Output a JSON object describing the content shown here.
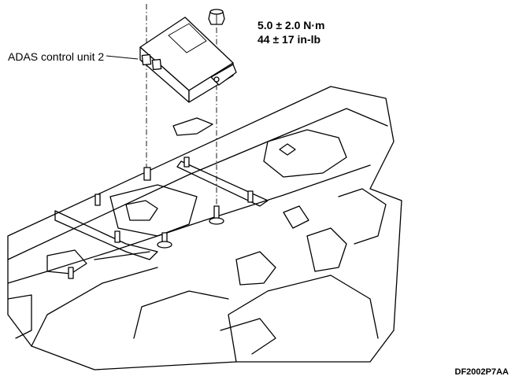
{
  "diagram": {
    "part_label": "ADAS control unit 2",
    "torque_nm": "5.0 ± 2.0 N·m",
    "torque_inlb": "44 ± 17 in-lb",
    "figure_code": "DF2002P7AA"
  }
}
